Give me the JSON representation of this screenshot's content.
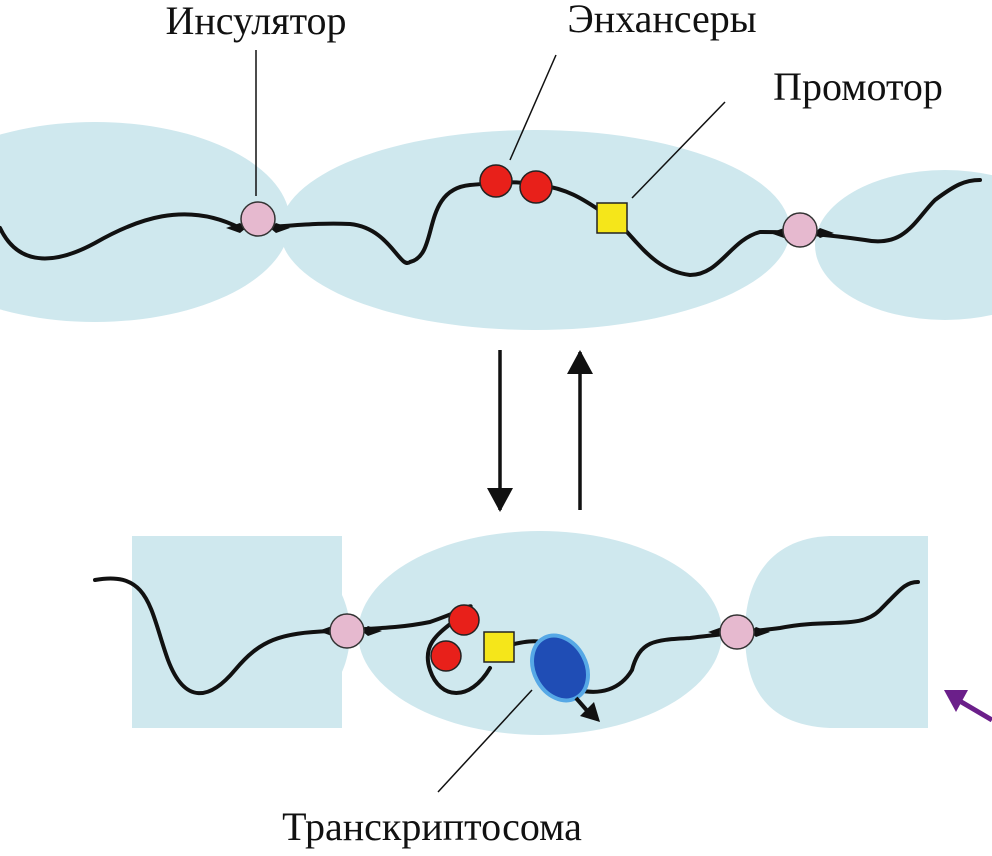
{
  "labels": {
    "insulator": "Инсулятор",
    "enhancers": "Энхансеры",
    "promoter": "Промотор",
    "transcriptosome": "Транскриптосома"
  },
  "colors": {
    "domain_fill": "#cfe8ee",
    "insulator_fill": "#e6b9cf",
    "enhancer_fill": "#e8201a",
    "promoter_fill": "#f5e61a",
    "transcriptosome_fill": "#1f4db5",
    "transcriptosome_outline": "#56a8e6",
    "dna_strand": "#111111",
    "corner_arrow": "#6b1f8a"
  },
  "icons": {
    "down_arrow": "arrow-down-icon",
    "up_arrow": "arrow-up-icon",
    "transcription_arrow": "arrow-right-down-icon",
    "corner_arrow": "arrow-up-left-icon"
  }
}
